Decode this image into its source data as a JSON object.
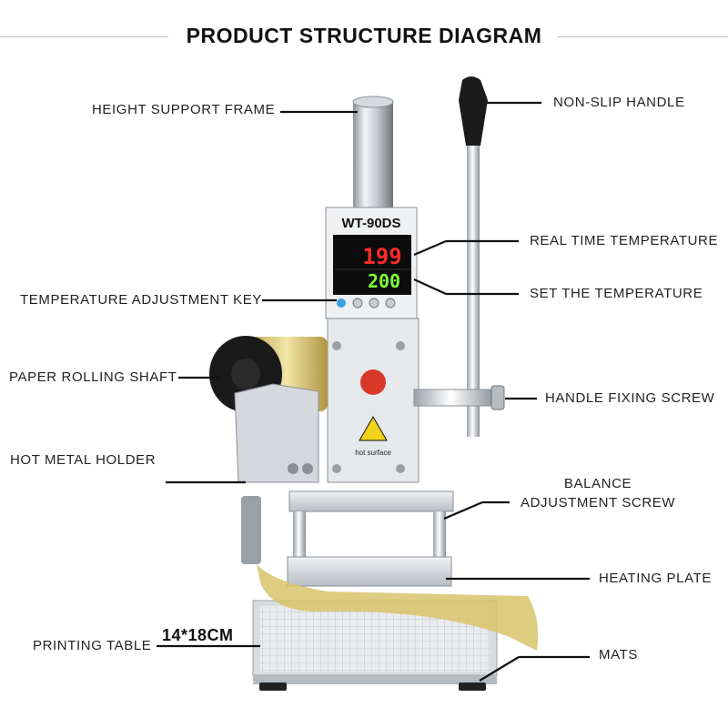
{
  "title": "PRODUCT STRUCTURE DIAGRAM",
  "device": {
    "model": "WT-90DS",
    "display_real": "199",
    "display_set": "200",
    "warning_text": "hot surface"
  },
  "labels": {
    "height_support_frame": "HEIGHT SUPPORT FRAME",
    "non_slip_handle": "NON-SLIP HANDLE",
    "real_time_temperature": "REAL TIME TEMPERATURE",
    "temperature_adjustment_key": "TEMPERATURE ADJUSTMENT KEY",
    "set_the_temperature": "SET THE TEMPERATURE",
    "paper_rolling_shaft": "PAPER ROLLING SHAFT",
    "handle_fixing_screw": "HANDLE FIXING SCREW",
    "hot_metal_holder": "HOT METAL HOLDER",
    "balance_line1": "BALANCE",
    "balance_line2": "ADJUSTMENT SCREW",
    "heating_plate": "HEATING PLATE",
    "printing_table": "PRINTING TABLE",
    "table_size": "14*18CM",
    "mats": "MATS"
  },
  "colors": {
    "lcd_red": "#ff2a2a",
    "lcd_green": "#7dff3a",
    "gold_foil": "#d8c36a",
    "silver": "#cfd3d8"
  }
}
